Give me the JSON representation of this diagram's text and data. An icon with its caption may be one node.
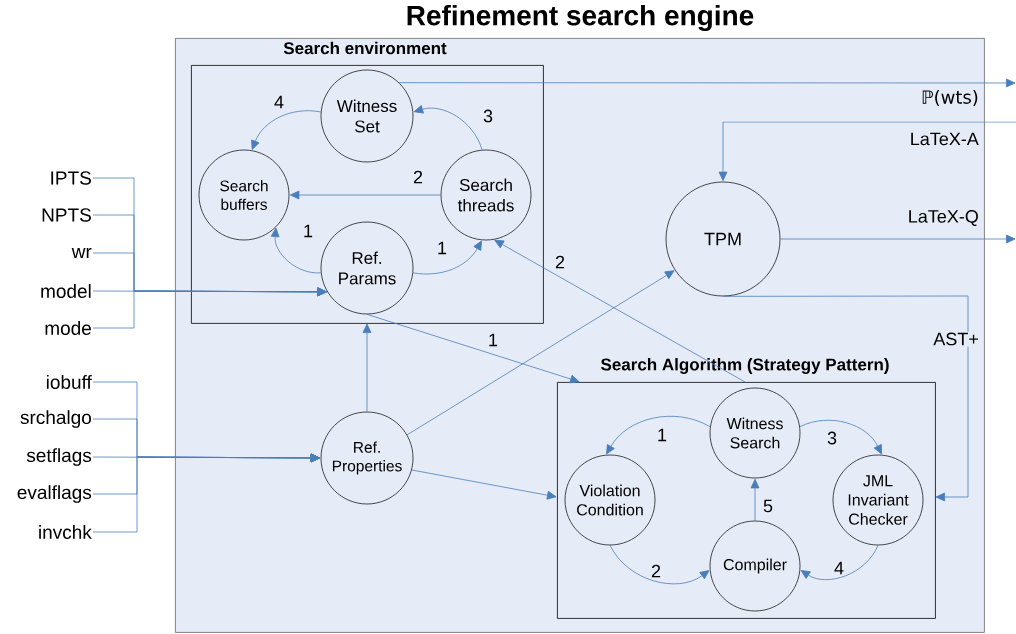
{
  "diagram": {
    "nodes": [
      {
        "text": [
          "Refinement search engine"
        ]
      },
      {
        "text": [
          "Search environment"
        ],
        "in": 0
      },
      {
        "text": [
          "Witness Set"
        ],
        "in": 1
      },
      {
        "text": [
          "Search buffers"
        ],
        "in": 1
      },
      {
        "text": [
          "Search threads"
        ],
        "in": 1
      },
      {
        "text": [
          "Ref. Params"
        ],
        "in": 1
      },
      {
        "text": [
          "TPM"
        ],
        "in": 0
      },
      {
        "text": [
          "Ref. Properties"
        ],
        "in": 0
      },
      {
        "text": [
          "Search Algorithm (Strategy Pattern)"
        ],
        "in": 0
      },
      {
        "text": [
          "Witness Search"
        ],
        "in": 8
      },
      {
        "text": [
          "Violation Condition"
        ],
        "in": 8
      },
      {
        "text": [
          "JML Invariant Checker"
        ],
        "in": 8
      },
      {
        "text": [
          "Compiler"
        ],
        "in": 8
      },
      {
        "text": [
          "IPTS"
        ]
      },
      {
        "text": [
          "NPTS"
        ]
      },
      {
        "text": [
          "wr"
        ]
      },
      {
        "text": [
          "model"
        ]
      },
      {
        "text": [
          "mode"
        ]
      },
      {
        "text": [
          "iobuff"
        ]
      },
      {
        "text": [
          "srchalgo"
        ]
      },
      {
        "text": [
          "setflags"
        ]
      },
      {
        "text": [
          "evalflags"
        ]
      },
      {
        "text": [
          "invchk"
        ]
      }
    ],
    "edges": [
      {
        "from": 13,
        "to": 5,
        "arrow": "to"
      },
      {
        "from": 14,
        "to": 5,
        "arrow": "to"
      },
      {
        "from": 15,
        "to": 5,
        "arrow": "to"
      },
      {
        "from": 16,
        "to": 5,
        "arrow": "to"
      },
      {
        "from": 17,
        "to": 5,
        "arrow": "to"
      },
      {
        "from": 18,
        "to": 7,
        "arrow": "to"
      },
      {
        "from": 19,
        "to": 7,
        "arrow": "to"
      },
      {
        "from": 20,
        "to": 7,
        "arrow": "to"
      },
      {
        "from": 21,
        "to": 7,
        "arrow": "to"
      },
      {
        "from": 22,
        "to": 7,
        "arrow": "to"
      },
      {
        "from": 2,
        "to": 3,
        "arrow": "to",
        "label": "4"
      },
      {
        "from": 4,
        "to": 3,
        "arrow": "to",
        "label": "2"
      },
      {
        "from": 4,
        "to": 2,
        "arrow": "to",
        "label": "3"
      },
      {
        "from": 5,
        "to": 3,
        "arrow": "to",
        "label": "1"
      },
      {
        "from": 5,
        "to": 4,
        "arrow": "to",
        "label": "1"
      },
      {
        "from": 5,
        "to": 8,
        "arrow": "to",
        "label": "1"
      },
      {
        "from": 8,
        "to": 4,
        "arrow": "to",
        "label": "2"
      },
      {
        "from": 7,
        "to": 1,
        "arrow": "to"
      },
      {
        "from": 7,
        "to": 6,
        "arrow": "to"
      },
      {
        "from": 7,
        "to": 8,
        "arrow": "to"
      },
      {
        "from": 2,
        "to": null,
        "arrow": "to",
        "label": "ℙ(wts)"
      },
      {
        "from": null,
        "to": 6,
        "arrow": "to",
        "label": "LaTeX-A"
      },
      {
        "from": 6,
        "to": null,
        "arrow": "to",
        "label": "LaTeX-Q"
      },
      {
        "from": 6,
        "to": 8,
        "arrow": "to",
        "label": "AST+"
      },
      {
        "from": 9,
        "to": 10,
        "arrow": "to",
        "label": "1"
      },
      {
        "from": 10,
        "to": 12,
        "arrow": "to",
        "label": "2"
      },
      {
        "from": 9,
        "to": 11,
        "arrow": "to",
        "label": "3"
      },
      {
        "from": 11,
        "to": 12,
        "arrow": "to",
        "label": "4"
      },
      {
        "from": 12,
        "to": 9,
        "arrow": "to",
        "label": "5"
      }
    ]
  }
}
